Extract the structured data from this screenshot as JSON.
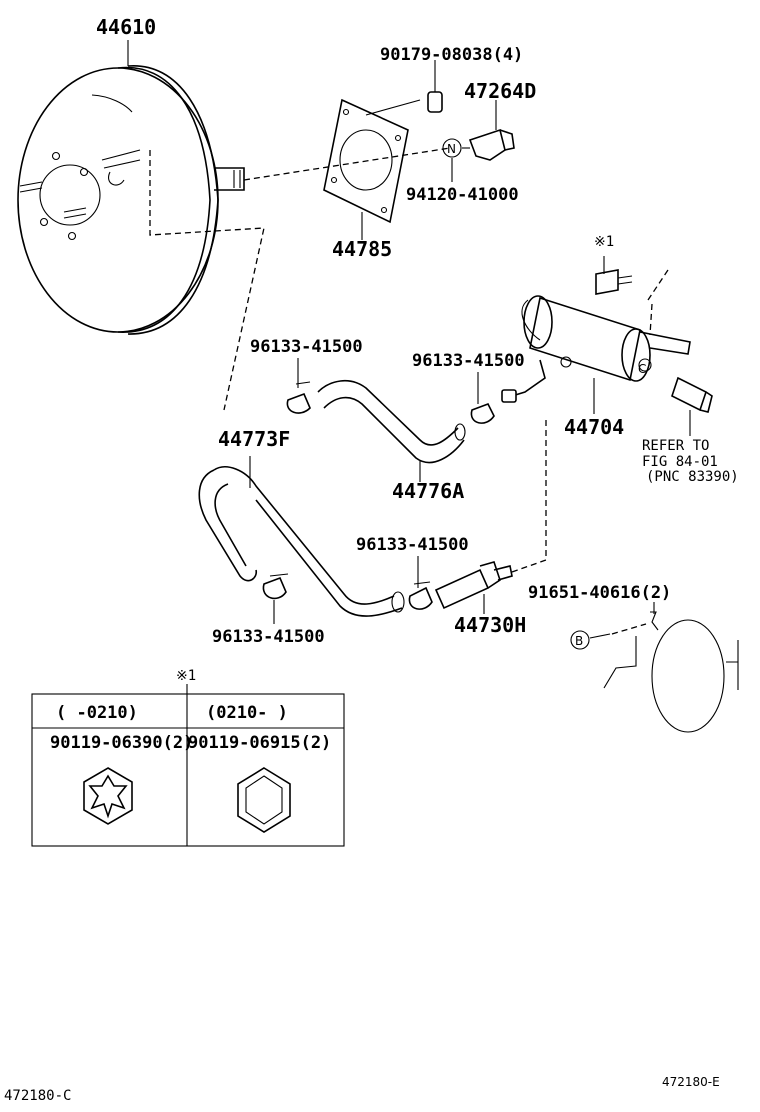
{
  "labels": {
    "booster": "44610",
    "nut": "90179-08038(4)",
    "bracket": "47264D",
    "clip_n": "94120-41000",
    "gasket": "44785",
    "clip_a1": "96133-41500",
    "clip_a2": "96133-41500",
    "tank": "44704",
    "hose_f": "44773F",
    "hose_a": "44776A",
    "clip_b1": "96133-41500",
    "clip_b2": "96133-41500",
    "valve": "44730H",
    "bolt_b": "91651-40616(2)",
    "refer_1": "REFER TO",
    "refer_2": "FIG 84-01",
    "refer_3": "(PNC 83390)",
    "note_mark_1": "※1",
    "note_mark_2": "※1",
    "marker_n": "N",
    "marker_c": "C",
    "marker_b": "B"
  },
  "table": {
    "col1_range": "(    -0210)",
    "col2_range": "(0210-    )",
    "col1_part": "90119-06390(2)",
    "col2_part": "90119-06915(2)"
  },
  "footer": {
    "left_code": "472180-C",
    "right_code": "472180-E"
  }
}
